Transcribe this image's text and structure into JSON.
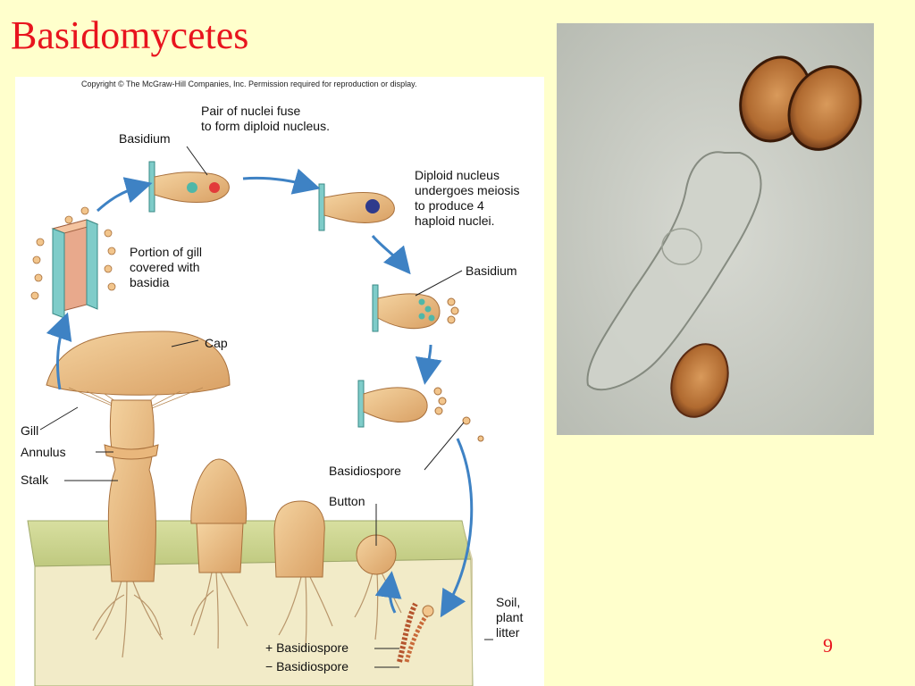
{
  "slide": {
    "title": "Basidomycetes",
    "number": "9"
  },
  "diagram": {
    "copyright": "Copyright © The McGraw-Hill Companies, Inc. Permission required for reproduction or display.",
    "labels": {
      "basidium_top": "Basidium",
      "nuclei_fuse": "Pair of nuclei fuse\nto form diploid nucleus.",
      "diploid_meiosis": "Diploid nucleus\nundergoes meiosis\nto produce 4\nhaploid nuclei.",
      "portion_of_gill": "Portion of gill\ncovered with\nbasidia",
      "basidium_right": "Basidium",
      "cap": "Cap",
      "gill": "Gill",
      "annulus": "Annulus",
      "stalk": "Stalk",
      "basidiospore": "Basidiospore",
      "button": "Button",
      "soil": "Soil,\nplant\nlitter",
      "plus_basidiospore": "+ Basidiospore",
      "minus_basidiospore": "− Basidiospore"
    }
  },
  "colors": {
    "title_red": "#E8141E",
    "background": "#FFFFCC",
    "mushroom_tan": "#E8B87A",
    "arrow_blue": "#3E82C4",
    "soil_green": "#C9D48E"
  }
}
